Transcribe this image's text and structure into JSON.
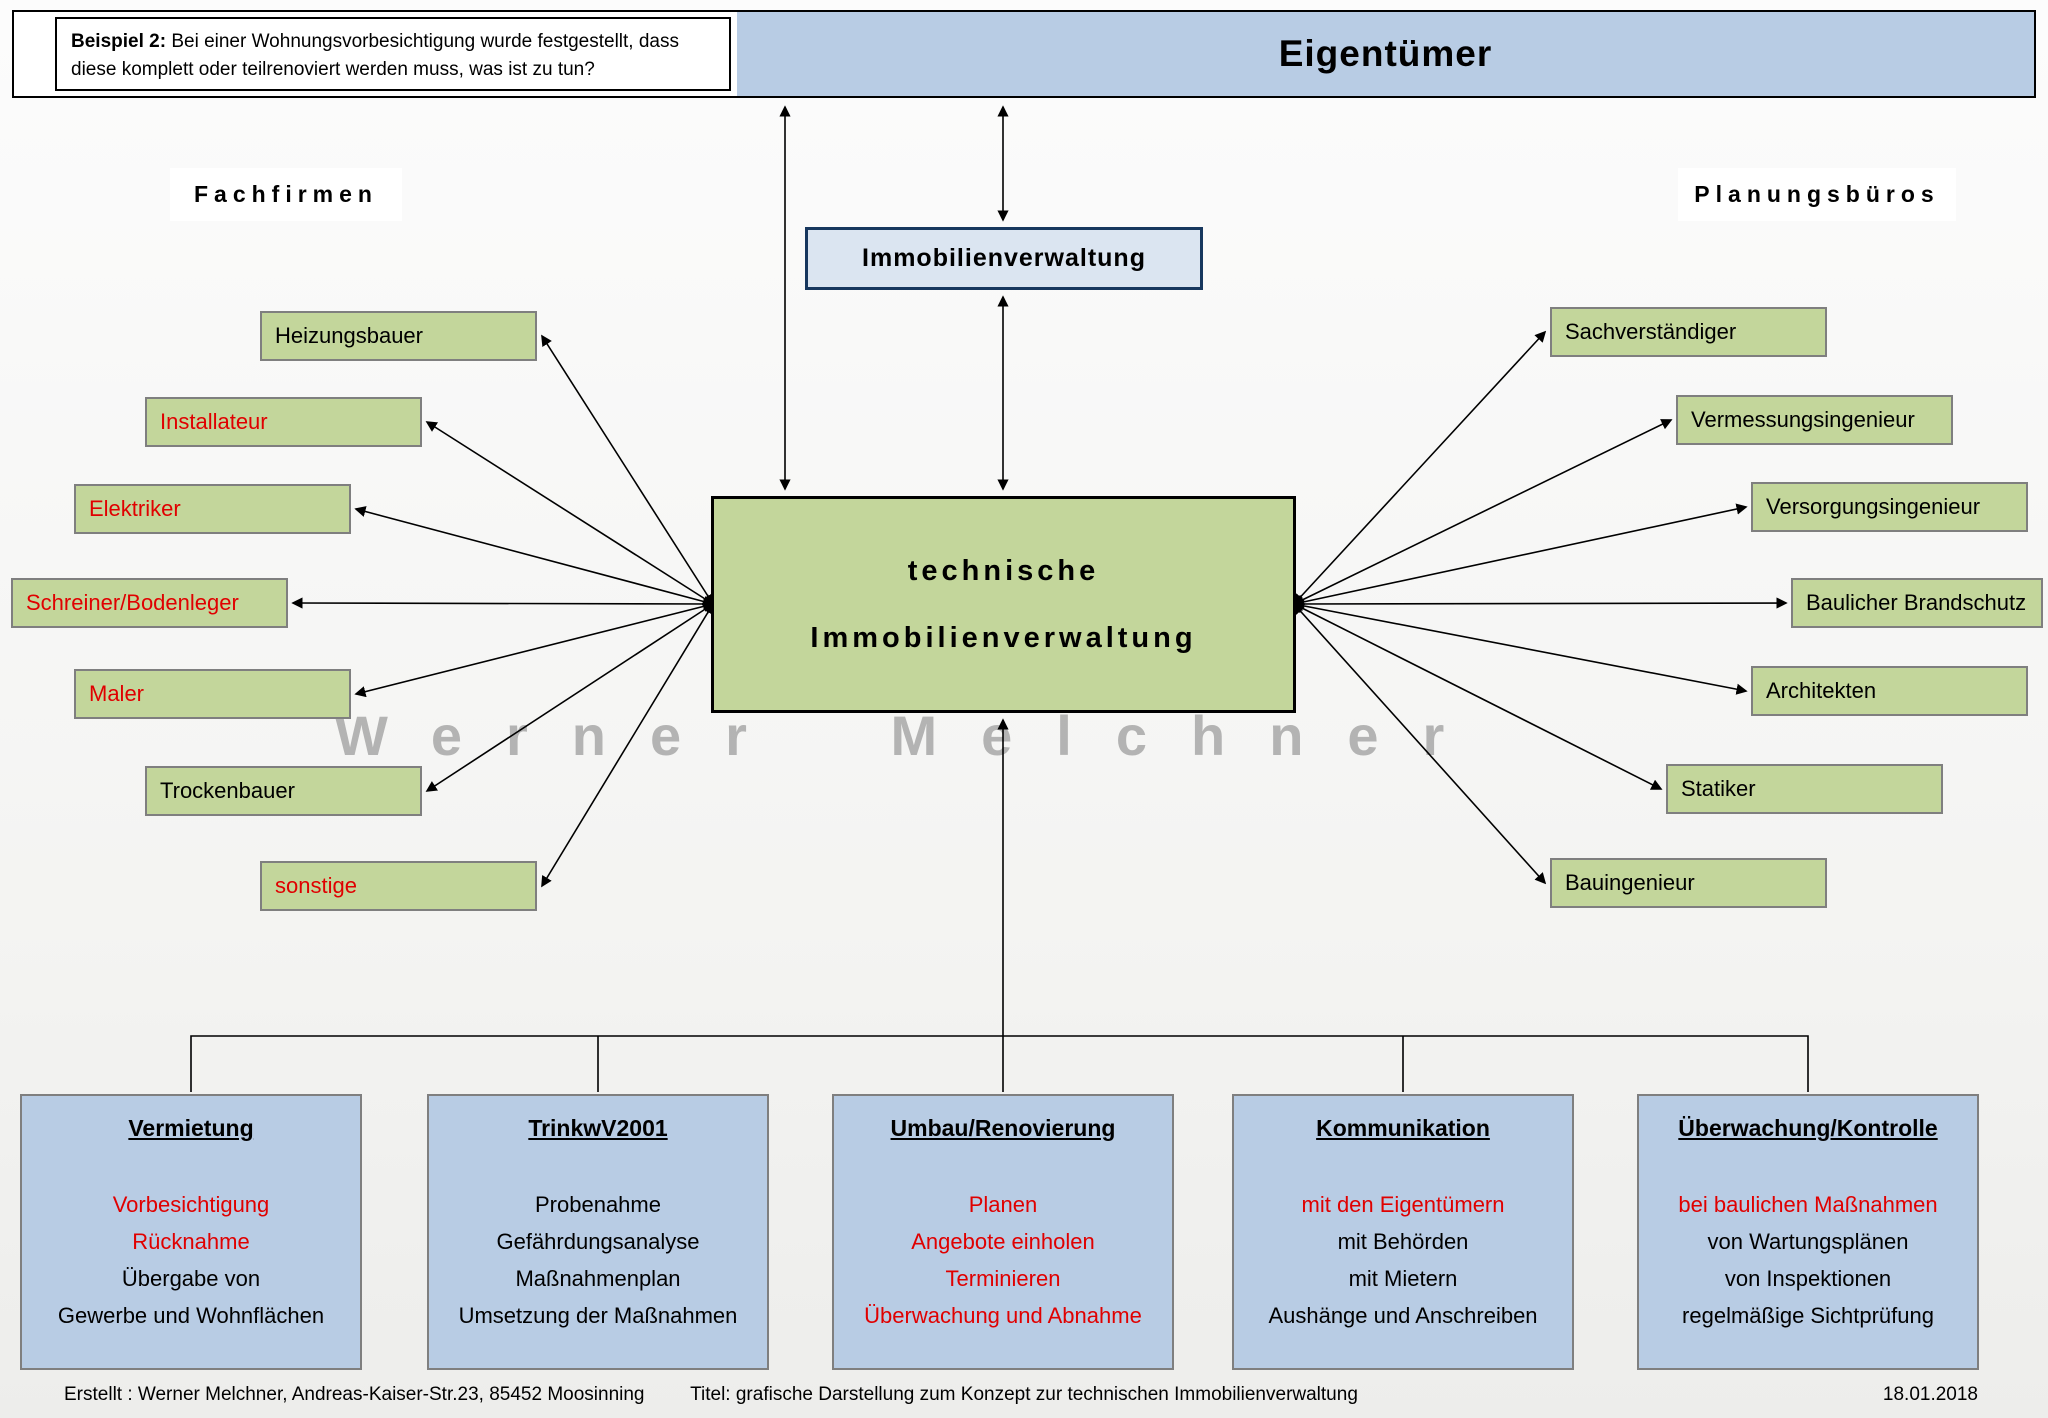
{
  "header": {
    "example_note": {
      "label": "Beispiel 2:",
      "text": "Bei einer Wohnungsvorbesichtigung wurde festgestellt, dass diese komplett oder teilrenoviert werden muss, was ist zu tun?"
    },
    "owner_title": "Eigentümer"
  },
  "section_labels": {
    "left": "Fachfirmen",
    "right": "Planungsbüros"
  },
  "management_box_label": "Immobilienverwaltung",
  "central_box": {
    "line1": "technische",
    "line2": "Immobilienverwaltung"
  },
  "left_boxes": [
    {
      "label": "Heizungsbauer",
      "color": "#000000"
    },
    {
      "label": "Installateur",
      "color": "#e00000"
    },
    {
      "label": "Elektriker",
      "color": "#e00000"
    },
    {
      "label": "Schreiner/Bodenleger",
      "color": "#e00000"
    },
    {
      "label": "Maler",
      "color": "#e00000"
    },
    {
      "label": "Trockenbauer",
      "color": "#000000"
    },
    {
      "label": "sonstige",
      "color": "#e00000"
    }
  ],
  "right_boxes": [
    {
      "label": "Sachverständiger",
      "color": "#000000"
    },
    {
      "label": "Vermessungsingenieur",
      "color": "#000000"
    },
    {
      "label": "Versorgungsingenieur",
      "color": "#000000"
    },
    {
      "label": "Baulicher Brandschutz",
      "color": "#000000"
    },
    {
      "label": "Architekten",
      "color": "#000000"
    },
    {
      "label": "Statiker",
      "color": "#000000"
    },
    {
      "label": "Bauingenieur",
      "color": "#000000"
    }
  ],
  "bottom_boxes": [
    {
      "title": "Vermietung",
      "lines": [
        {
          "text": "Vorbesichtigung",
          "color": "#e00000"
        },
        {
          "text": "Rücknahme",
          "color": "#e00000"
        },
        {
          "text": "Übergabe von",
          "color": "#000000"
        },
        {
          "text": "Gewerbe und Wohnflächen",
          "color": "#000000"
        }
      ]
    },
    {
      "title": "TrinkwV2001",
      "lines": [
        {
          "text": "Probenahme",
          "color": "#000000"
        },
        {
          "text": "Gefährdungsanalyse",
          "color": "#000000"
        },
        {
          "text": "Maßnahmenplan",
          "color": "#000000"
        },
        {
          "text": "Umsetzung der Maßnahmen",
          "color": "#000000"
        }
      ]
    },
    {
      "title": "Umbau/Renovierung",
      "lines": [
        {
          "text": "Planen",
          "color": "#e00000"
        },
        {
          "text": "Angebote einholen",
          "color": "#e00000"
        },
        {
          "text": "Terminieren",
          "color": "#e00000"
        },
        {
          "text": "Überwachung und Abnahme",
          "color": "#e00000"
        }
      ]
    },
    {
      "title": "Kommunikation",
      "lines": [
        {
          "text": "mit den Eigentümern",
          "color": "#e00000"
        },
        {
          "text": "mit Behörden",
          "color": "#000000"
        },
        {
          "text": "mit Mietern",
          "color": "#000000"
        },
        {
          "text": "Aushänge und Anschreiben",
          "color": "#000000"
        }
      ]
    },
    {
      "title": "Überwachung/Kontrolle",
      "lines": [
        {
          "text": "bei baulichen Maßnahmen",
          "color": "#e00000"
        },
        {
          "text": "von Wartungsplänen",
          "color": "#000000"
        },
        {
          "text": "von Inspektionen",
          "color": "#000000"
        },
        {
          "text": "regelmäßige Sichtprüfung",
          "color": "#000000"
        }
      ]
    }
  ],
  "watermark": "Werner Melchner",
  "footer": {
    "left": "Erstellt : Werner Melchner, Andreas-Kaiser-Str.23, 85452 Moosinning",
    "center": "Titel: grafische Darstellung zum Konzept zur technischen Immobilienverwaltung",
    "right": "18.01.2018"
  },
  "colors": {
    "owner_bar_blue": "#b8cce4",
    "management_box_blue": "#dbe5f1",
    "box_green": "#c3d69b",
    "bottom_box_blue": "#b8cce4",
    "highlight_red": "#e00000",
    "watermark_gray": "#9b9b9b"
  }
}
